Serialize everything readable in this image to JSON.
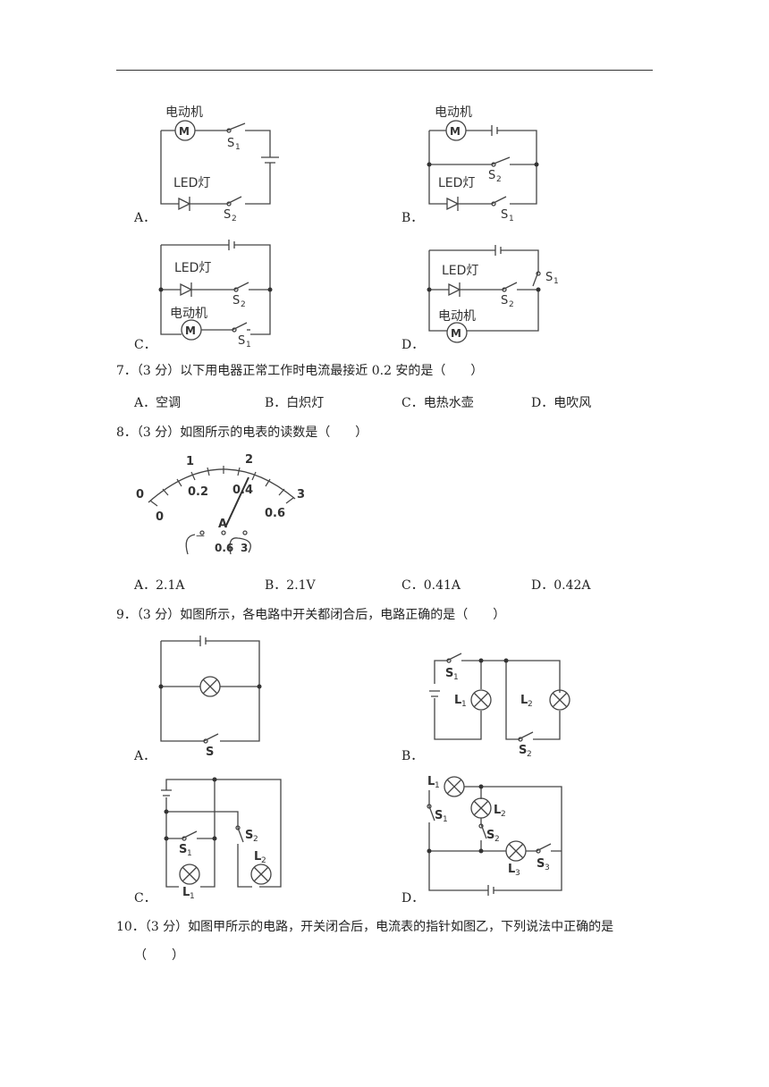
{
  "q6": {
    "option_labels": [
      "A．",
      "B．",
      "C．",
      "D．"
    ],
    "motor_label": "电动机",
    "motor_symbol": "M",
    "led_label": "LED灯",
    "switch1": "S",
    "switch2": "S",
    "sub1": "1",
    "sub2": "2"
  },
  "q7": {
    "stem": "7．（3 分）以下用电器正常工作时电流最接近 0.2 安的是（　　）",
    "options": [
      "A．空调",
      "B．白炽灯",
      "C．电热水壶",
      "D．电吹风"
    ]
  },
  "q8": {
    "stem": "8．（3 分）如图所示的电表的读数是（　　）",
    "meter": {
      "outer_scale": [
        "0",
        "1",
        "2",
        "3"
      ],
      "inner_scale": [
        "0",
        "0.2",
        "0.4",
        "0.6"
      ],
      "unit": "A",
      "terminals": [
        "－",
        "0.6",
        "3"
      ]
    },
    "options": [
      "A．2.1A",
      "B．2.1V",
      "C．0.41A",
      "D．0.42A"
    ]
  },
  "q9": {
    "stem": "9．（3 分）如图所示，各电路中开关都闭合后，电路正确的是（　　）",
    "option_labels": [
      "A．",
      "B．",
      "C．",
      "D．"
    ],
    "labels": {
      "S": "S",
      "S1": "S",
      "S2": "S",
      "S3": "S",
      "L": "L",
      "n1": "1",
      "n2": "2",
      "n3": "3"
    }
  },
  "q10": {
    "stem": "10．（3 分）如图甲所示的电路，开关闭合后，电流表的指针如图乙，下列说法中正确的是",
    "stem_cont": "（　　）"
  }
}
